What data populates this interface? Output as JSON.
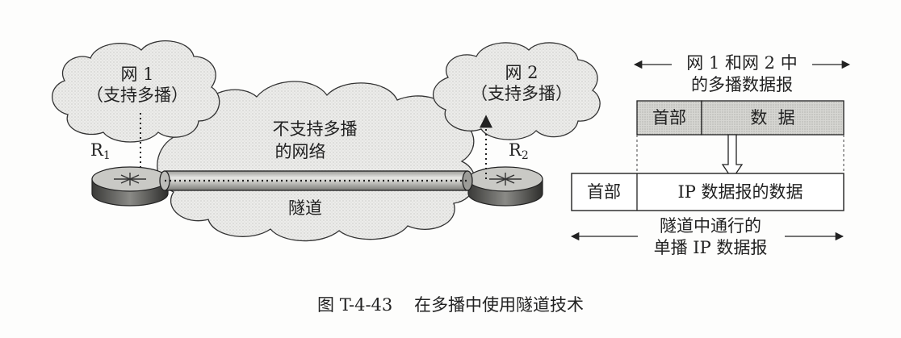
{
  "network1": {
    "title": "网 1",
    "subtitle": "（支持多播）"
  },
  "network2": {
    "title": "网 2",
    "subtitle": "（支持多播）"
  },
  "middle_network": {
    "line1": "不支持多播",
    "line2": "的网络"
  },
  "tunnel_label": "隧道",
  "router1": {
    "letter": "R",
    "index": "1"
  },
  "router2": {
    "letter": "R",
    "index": "2"
  },
  "top_packet": {
    "caption_line1": "网 1 和网 2 中",
    "caption_line2": "的多播数据报",
    "header": "首部",
    "data": "数  据"
  },
  "bottom_packet": {
    "header": "首部",
    "data": "IP 数据报的数据",
    "caption_line1": "隧道中通行的",
    "caption_line2": "单播 IP 数据报"
  },
  "figure_caption": "图 T-4-43    在多播中使用隧道技术",
  "colors": {
    "cloud_fill": "#e9e9e6",
    "box_fill": "#d2d2cf",
    "ink": "#222222"
  }
}
